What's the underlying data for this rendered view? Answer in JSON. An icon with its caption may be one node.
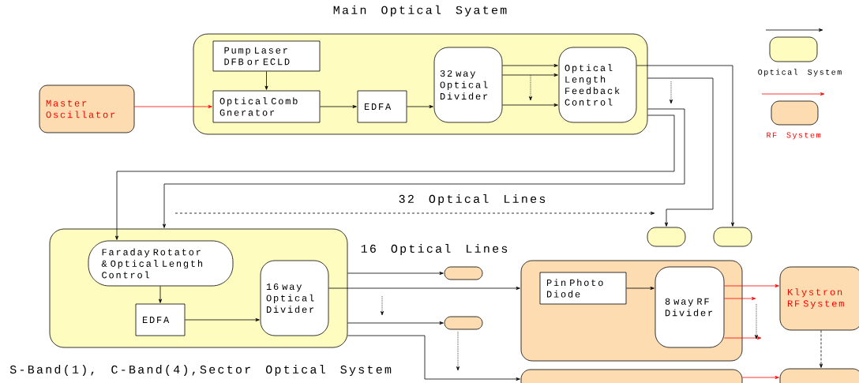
{
  "diagram": {
    "nodes": [
      {
        "text": [
          "Master Oscillator"
        ]
      },
      {
        "text": [
          "Main Optical Syatem"
        ]
      },
      {
        "text": [
          "Pump Laser DFB or ECLD"
        ],
        "in": 1
      },
      {
        "text": [
          "Optical Comb Gnerator"
        ],
        "in": 1
      },
      {
        "text": [
          "EDFA"
        ],
        "in": 1
      },
      {
        "text": [
          "32 way Optical Divider"
        ],
        "in": 1
      },
      {
        "text": [
          "Optical Length Feedback Control"
        ],
        "in": 1
      },
      {
        "text": [
          "S-Band(1), C-Band(4),Sector Optical System"
        ]
      },
      {
        "text": [
          "Faraday Rotator & Optical Length Control"
        ],
        "in": 7
      },
      {
        "text": [
          "EDFA"
        ],
        "in": 7
      },
      {
        "text": [
          "16 way Optical Divider"
        ],
        "in": 7
      },
      {
        "text": [],
        "shape": "box"
      },
      {
        "text": [],
        "shape": "box"
      },
      {
        "text": [],
        "shape": "box"
      },
      {
        "text": [],
        "shape": "box"
      },
      {
        "text": [],
        "shape": "box"
      },
      {
        "text": [
          "Pin Photo Diode"
        ],
        "in": 15
      },
      {
        "text": [
          "8 way RF Divider"
        ],
        "in": 15
      },
      {
        "text": [
          "Klystron RF System"
        ]
      },
      {
        "text": [],
        "shape": "box"
      },
      {
        "text": [],
        "shape": "box"
      }
    ],
    "edges": [
      {
        "from": 0,
        "to": 3,
        "arrow": "to",
        "color": "#ff0000"
      },
      {
        "from": 2,
        "to": 3,
        "arrow": "to"
      },
      {
        "from": 3,
        "to": 4,
        "arrow": "to"
      },
      {
        "from": 4,
        "to": 5,
        "arrow": "to"
      },
      {
        "from": 5,
        "to": 6,
        "arrow": "to"
      },
      {
        "from": 5,
        "to": 6,
        "arrow": "to"
      },
      {
        "from": 5,
        "to": 6,
        "arrow": "to"
      },
      {
        "from": 6,
        "to": 12,
        "arrow": "to"
      },
      {
        "from": 1,
        "to": 11,
        "arrow": "to"
      },
      {
        "from": 1,
        "to": 7,
        "arrow": "to"
      },
      {
        "from": 1,
        "to": 8,
        "arrow": "to"
      },
      {
        "from": 8,
        "to": 9,
        "arrow": "to"
      },
      {
        "from": 9,
        "to": 10,
        "arrow": "to"
      },
      {
        "from": 7,
        "to": 13,
        "arrow": "to"
      },
      {
        "from": 10,
        "to": 15,
        "arrow": "to"
      },
      {
        "from": 7,
        "to": 14,
        "arrow": "to"
      },
      {
        "from": 7,
        "to": 19,
        "arrow": "to"
      },
      {
        "from": 16,
        "to": 17,
        "arrow": "to"
      },
      {
        "from": 17,
        "to": 18,
        "arrow": "to",
        "color": "#ff0000"
      },
      {
        "from": 17,
        "to": null,
        "arrow": "to",
        "color": "#ff0000"
      },
      {
        "from": 17,
        "to": null,
        "arrow": "to",
        "color": "#ff0000"
      },
      {
        "from": 19,
        "to": 20,
        "arrow": "to",
        "color": "#ff0000"
      },
      {
        "from": 18,
        "to": 20,
        "arrow": "to",
        "style": "dashed"
      }
    ],
    "labels": [
      "32 Optical Lines",
      "16 Optical Lines"
    ],
    "legend": [
      {
        "text": "Optical System",
        "color": "#fffcc0"
      },
      {
        "text": "RF System",
        "color": "#fcdcb0"
      }
    ]
  }
}
